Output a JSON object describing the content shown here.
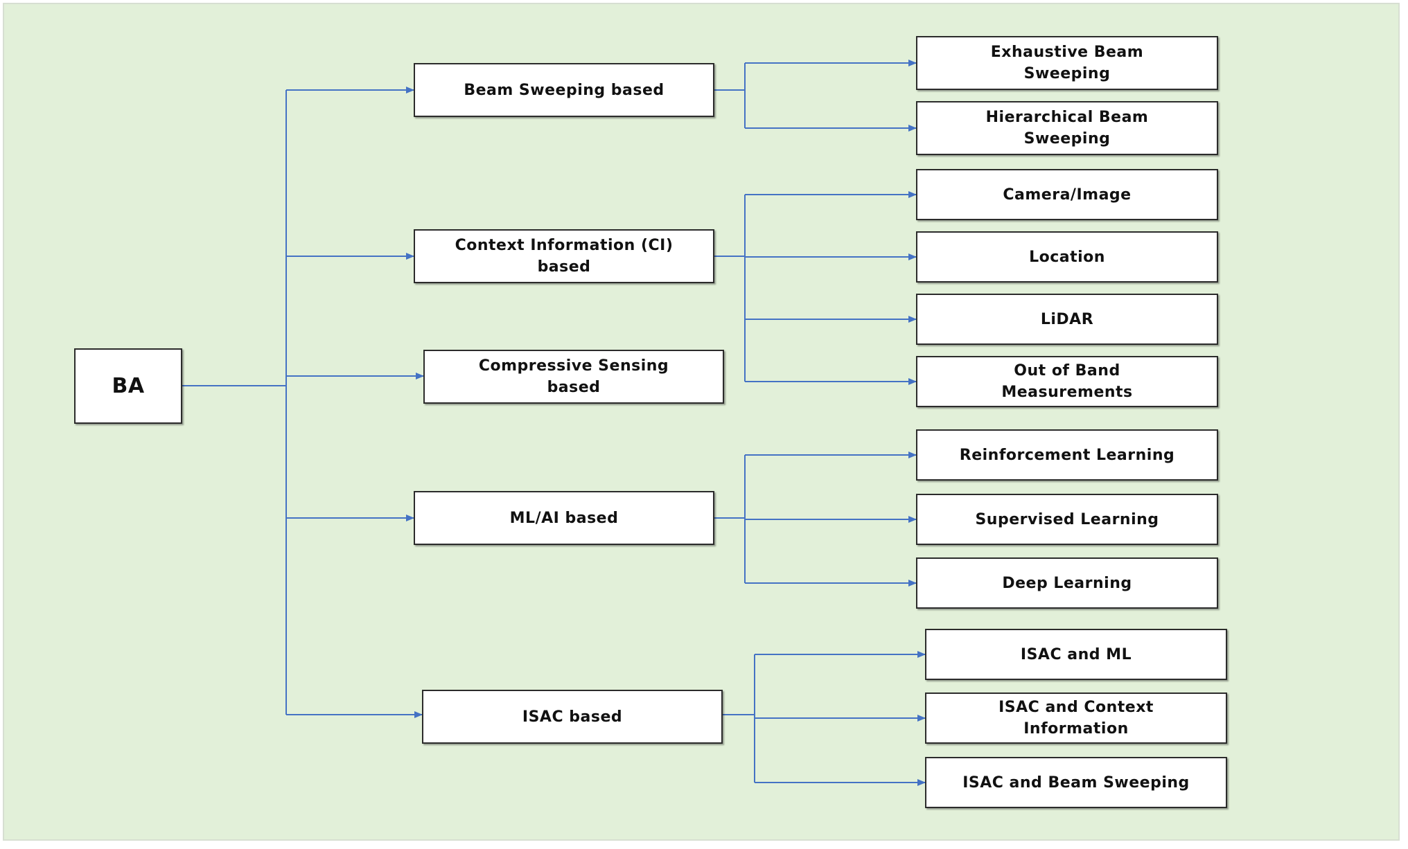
{
  "colors": {
    "background": "#e2f0d9",
    "connector": "#4472c4",
    "box_border": "#2b2b2b",
    "box_fill": "#ffffff"
  },
  "root": {
    "label": "BA"
  },
  "categories": [
    {
      "label": "Beam Sweeping based",
      "children": [
        {
          "label": "Exhaustive Beam\nSweeping"
        },
        {
          "label": "Hierarchical Beam\nSweeping"
        }
      ]
    },
    {
      "label": "Context Information (CI)\nbased",
      "children": [
        {
          "label": "Camera/Image"
        },
        {
          "label": "Location"
        },
        {
          "label": "LiDAR"
        },
        {
          "label": "Out of Band\nMeasurements"
        }
      ]
    },
    {
      "label": "Compressive Sensing\nbased",
      "children": []
    },
    {
      "label": "ML/AI based",
      "children": [
        {
          "label": "Reinforcement Learning"
        },
        {
          "label": "Supervised Learning"
        },
        {
          "label": "Deep Learning"
        }
      ]
    },
    {
      "label": "ISAC based",
      "children": [
        {
          "label": "ISAC and ML"
        },
        {
          "label": "ISAC and Context\nInformation"
        },
        {
          "label": "ISAC and Beam Sweeping"
        }
      ]
    }
  ]
}
